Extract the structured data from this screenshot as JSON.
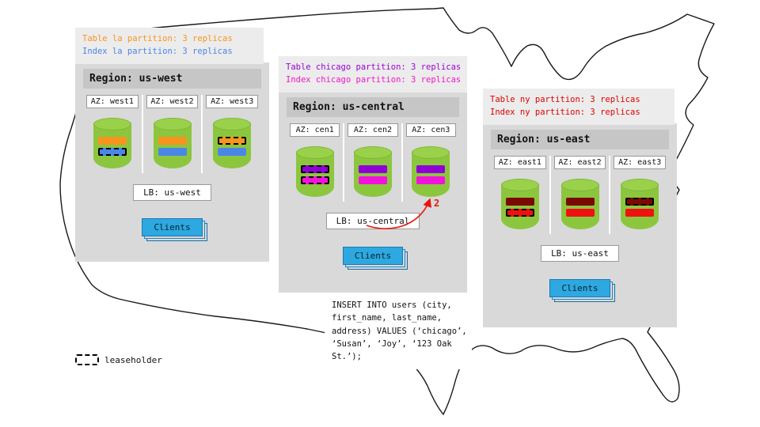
{
  "arrow": {
    "label": "2",
    "color": "#E8150D"
  },
  "legend": {
    "label": "leaseholder"
  },
  "sql_box": {
    "lines": [
      "INSERT INTO users (city,",
      "first_name, last_name,",
      "address) VALUES (‘chicago’,",
      "‘Susan’, ‘Joy’, ‘123 Oak",
      "St.’);"
    ]
  },
  "regions": [
    {
      "name": "us-west",
      "caption": [
        {
          "text": "Table la partition: 3 replicas",
          "color": "#F7941E"
        },
        {
          "text": "Index la partition: 3 replicas",
          "color": "#4A86E8"
        }
      ],
      "title": "Region: us-west",
      "azs": [
        {
          "label": "AZ: west1",
          "bars": [
            {
              "color": "#F7941E",
              "dashed": false
            },
            {
              "color": "#4A86E8",
              "dashed": true
            }
          ]
        },
        {
          "label": "AZ: west2",
          "bars": [
            {
              "color": "#F7941E",
              "dashed": false
            },
            {
              "color": "#4A86E8",
              "dashed": false
            }
          ]
        },
        {
          "label": "AZ: west3",
          "bars": [
            {
              "color": "#F7941E",
              "dashed": true
            },
            {
              "color": "#4A86E8",
              "dashed": false
            }
          ]
        }
      ],
      "lb_label": "LB: us-west",
      "clients_label": "Clients"
    },
    {
      "name": "us-central",
      "caption": [
        {
          "text": "Table chicago partition: 3 replicas",
          "color": "#9B00D9"
        },
        {
          "text": "Index chicago partition: 3 replicas",
          "color": "#F216C4"
        }
      ],
      "title": "Region: us-central",
      "azs": [
        {
          "label": "AZ: cen1",
          "bars": [
            {
              "color": "#8F00D6",
              "dashed": true
            },
            {
              "color": "#F312DC",
              "dashed": true
            }
          ]
        },
        {
          "label": "AZ: cen2",
          "bars": [
            {
              "color": "#8F00D6",
              "dashed": false
            },
            {
              "color": "#F312DC",
              "dashed": false
            }
          ]
        },
        {
          "label": "AZ: cen3",
          "bars": [
            {
              "color": "#8F00D6",
              "dashed": false
            },
            {
              "color": "#F312DC",
              "dashed": false
            }
          ]
        }
      ],
      "lb_label": "LB: us-central",
      "clients_label": "Clients"
    },
    {
      "name": "us-east",
      "caption": [
        {
          "text": "Table ny partition: 3 replicas",
          "color": "#DD0000"
        },
        {
          "text": "Index ny partition: 3 replicas",
          "color": "#DD0000"
        }
      ],
      "title": "Region: us-east",
      "azs": [
        {
          "label": "AZ: east1",
          "bars": [
            {
              "color": "#7A0A00",
              "dashed": false
            },
            {
              "color": "#EE1111",
              "dashed": true
            }
          ]
        },
        {
          "label": "AZ: east2",
          "bars": [
            {
              "color": "#7A0A00",
              "dashed": false
            },
            {
              "color": "#EE1111",
              "dashed": false
            }
          ]
        },
        {
          "label": "AZ: east3",
          "bars": [
            {
              "color": "#7A0A00",
              "dashed": true
            },
            {
              "color": "#EE1111",
              "dashed": false
            }
          ]
        }
      ],
      "lb_label": "LB: us-east",
      "clients_label": "Clients"
    }
  ]
}
